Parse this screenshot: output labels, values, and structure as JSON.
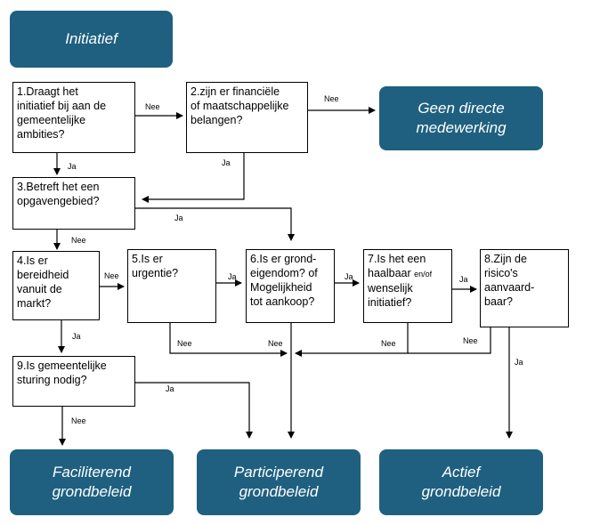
{
  "terminals": {
    "initiatief": "Initiatief",
    "geen_line1": "Geen directe",
    "geen_line2": "medewerking",
    "faciliterend_line1": "Faciliterend",
    "faciliterend_line2": "grondbeleid",
    "participerend_line1": "Participerend",
    "participerend_line2": "grondbeleid",
    "actief_line1": "Actief",
    "actief_line2": "grondbeleid"
  },
  "questions": {
    "q1": [
      "1.Draagt het",
      "initiatief bij aan de",
      "gemeentelijke",
      "ambities?"
    ],
    "q2": [
      "2.zijn er financiële",
      "of maatschappelijke",
      "belangen?"
    ],
    "q3": [
      "3.Betreft het een",
      "opgavengebied?"
    ],
    "q4": [
      "4.Is er",
      "bereidheid",
      "vanuit de",
      "markt?"
    ],
    "q5": [
      "5.Is er",
      "urgentie?"
    ],
    "q6": [
      "6.Is er grond-",
      "eigendom? of",
      "Mogelijkheid",
      "tot aankoop?"
    ],
    "q7_line1": "7.Is het een",
    "q7_line2a": "haalbaar ",
    "q7_line2b": "en/of",
    "q7_line3": "wenselijk",
    "q7_line4": "initiatief?",
    "q8": [
      "8.Zijn de",
      "risico's",
      "aanvaard-",
      "baar?"
    ],
    "q9": [
      "9.Is gemeentelijke",
      "sturing nodig?"
    ]
  },
  "labels": {
    "nee": "Nee",
    "ja": "Ja"
  },
  "colors": {
    "terminal_fill": "#1f6080",
    "terminal_text": "#ffffff",
    "line": "#000000"
  }
}
